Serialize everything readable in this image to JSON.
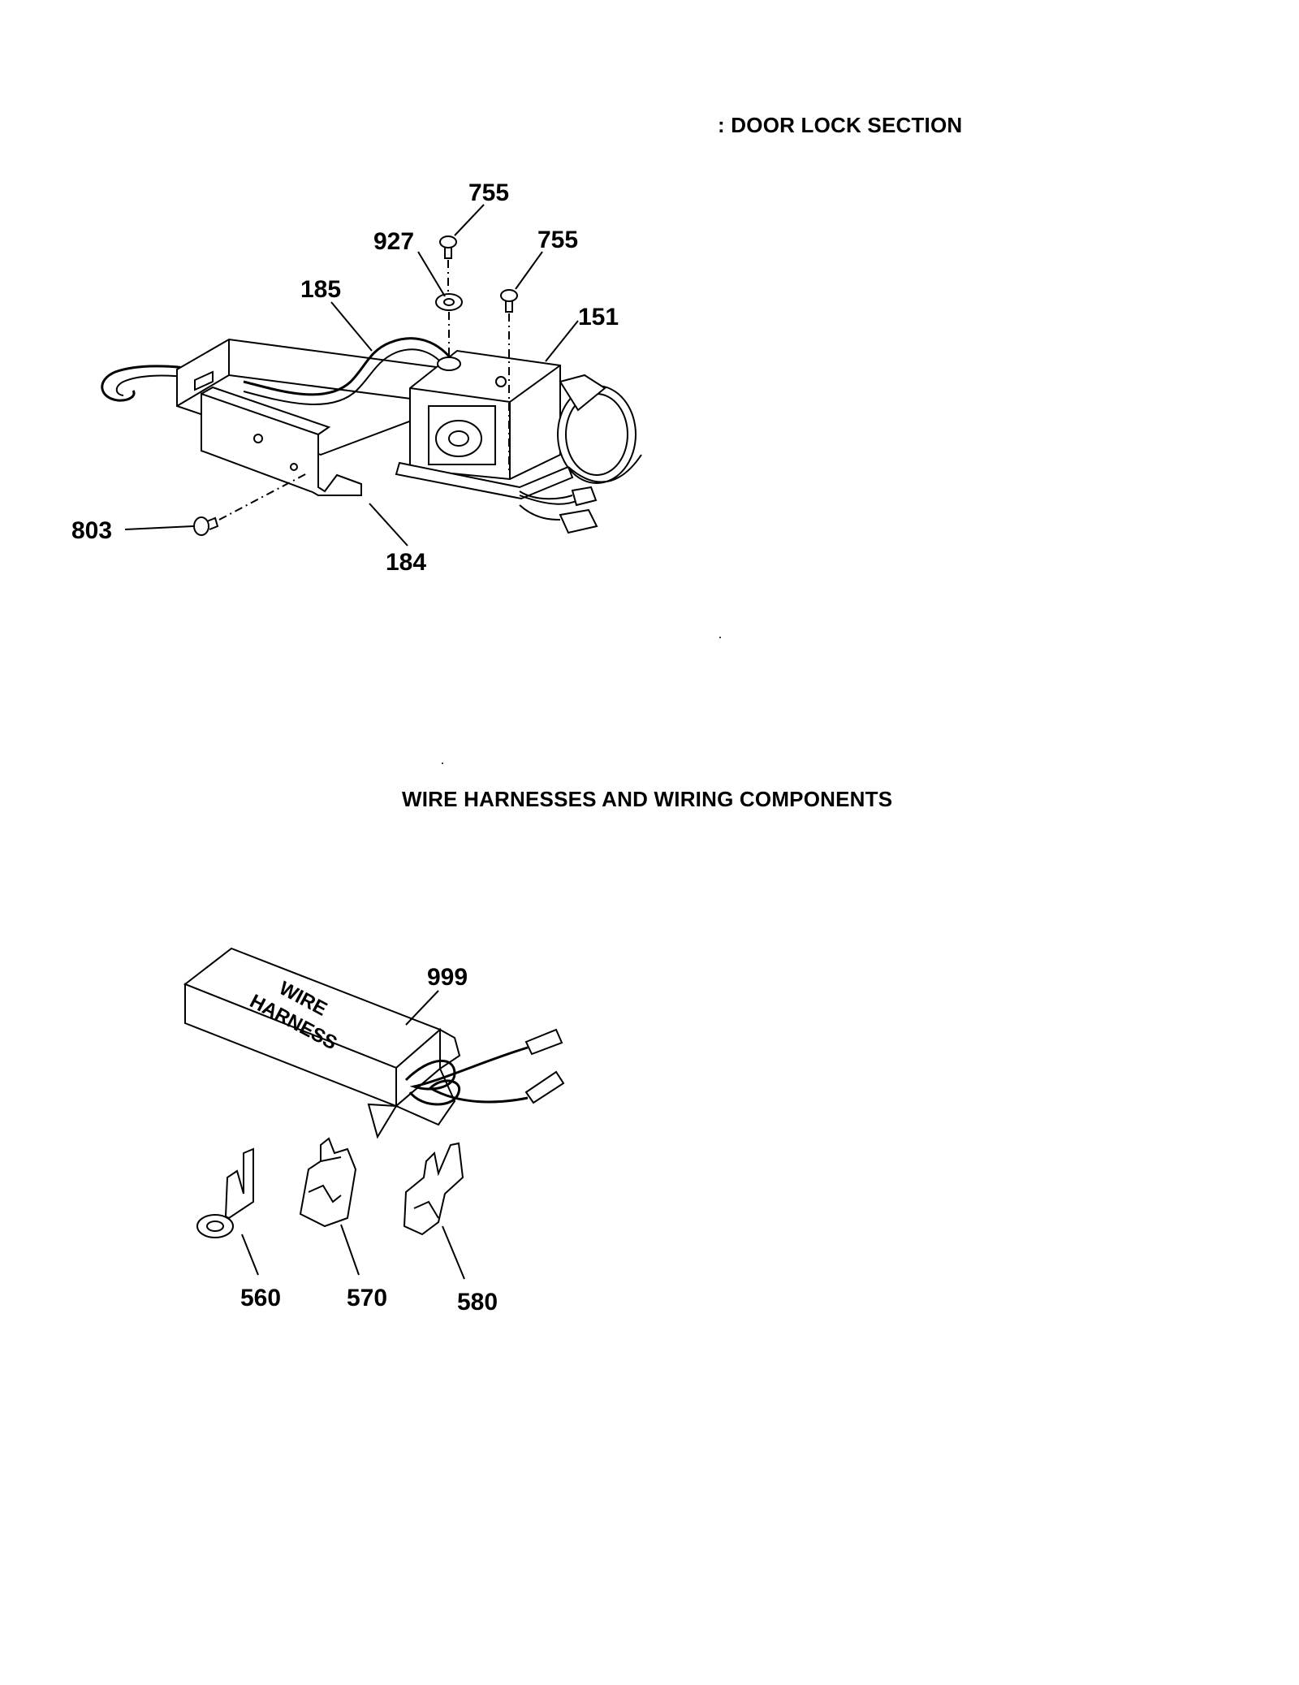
{
  "sections": {
    "door_lock": {
      "title": "DOOR LOCK SECTION"
    },
    "wire_harness": {
      "title": "WIRE HARNESSES AND WIRING COMPONENTS"
    }
  },
  "parts": {
    "p755a": "755",
    "p927": "927",
    "p755b": "755",
    "p185": "185",
    "p151": "151",
    "p803": "803",
    "p184": "184",
    "p999": "999",
    "p560": "560",
    "p570": "570",
    "p580": "580"
  },
  "box_label": {
    "line1": "WIRE",
    "line2": "HARNESS"
  }
}
